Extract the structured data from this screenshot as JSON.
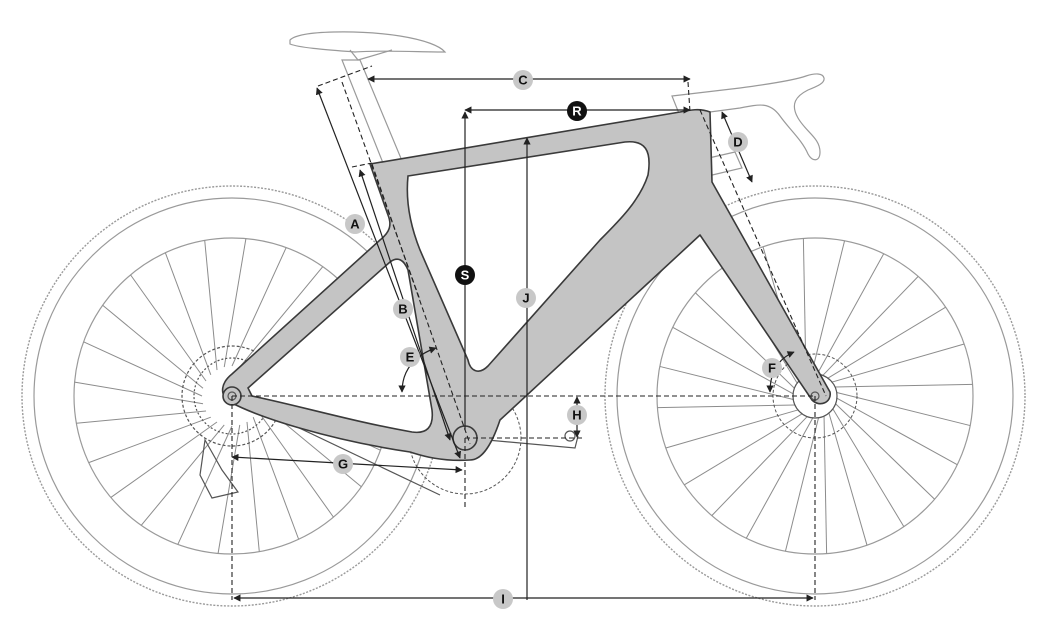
{
  "diagram": {
    "labels": {
      "A": "A",
      "B": "B",
      "C": "C",
      "D": "D",
      "E": "E",
      "F": "F",
      "G": "G",
      "H": "H",
      "I": "I",
      "J": "J",
      "R": "R",
      "S": "S"
    },
    "colors": {
      "frame_fill": "#c4c4c4",
      "frame_stroke": "#3a3a3a",
      "badge_light": "#c8c8c8",
      "badge_dark": "#111111"
    }
  }
}
